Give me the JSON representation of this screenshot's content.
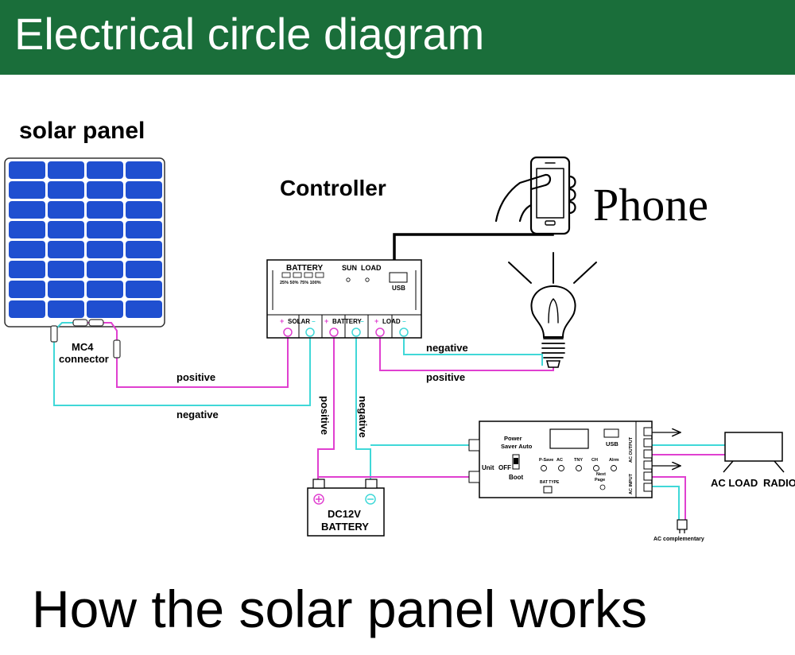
{
  "header": {
    "title": "Electrical circle diagram"
  },
  "footer": {
    "caption": "How the solar panel works"
  },
  "colors": {
    "banner": "#1a6e3a",
    "positive_wire": "#e040d0",
    "negative_wire": "#40d8d8",
    "panel_cell": "#1f4fd0"
  },
  "labels": {
    "solar_panel": "solar panel",
    "controller": "Controller",
    "phone": "Phone",
    "mc4_connector_line1": "MC4",
    "mc4_connector_line2": "connector",
    "wire_positive_panel": "positive",
    "wire_negative_panel": "negative",
    "wire_positive_battery": "positive",
    "wire_negative_battery": "negative",
    "wire_negative_lamp": "negative",
    "wire_positive_lamp": "positive",
    "battery_line1": "DC12V",
    "battery_line2": "BATTERY",
    "ac_load": "AC LOAD",
    "radio": "RADIO",
    "ac_complementary": "AC complementary"
  },
  "controller": {
    "battery_label": "BATTERY",
    "levels": "25% 50% 75% 100%",
    "sun": "SUN",
    "load": "LOAD",
    "usb": "USB",
    "terminal_solar": "SOLAR",
    "terminal_battery": "BATTERY",
    "terminal_load": "LOAD"
  },
  "inverter": {
    "power_saver_line1": "Power",
    "power_saver_line2": "Saver Auto",
    "usb": "USB",
    "unit": "Unit",
    "off": "OFF",
    "boot": "Boot",
    "indicators": [
      "P-Save",
      "AC",
      "TNY",
      "CH",
      "Alrm"
    ],
    "bat_type": "BAT TYPE",
    "next_line1": "Next",
    "next_line2": "Page",
    "ac_output": "AC OUTPUT",
    "ac_input": "AC INPUT"
  }
}
